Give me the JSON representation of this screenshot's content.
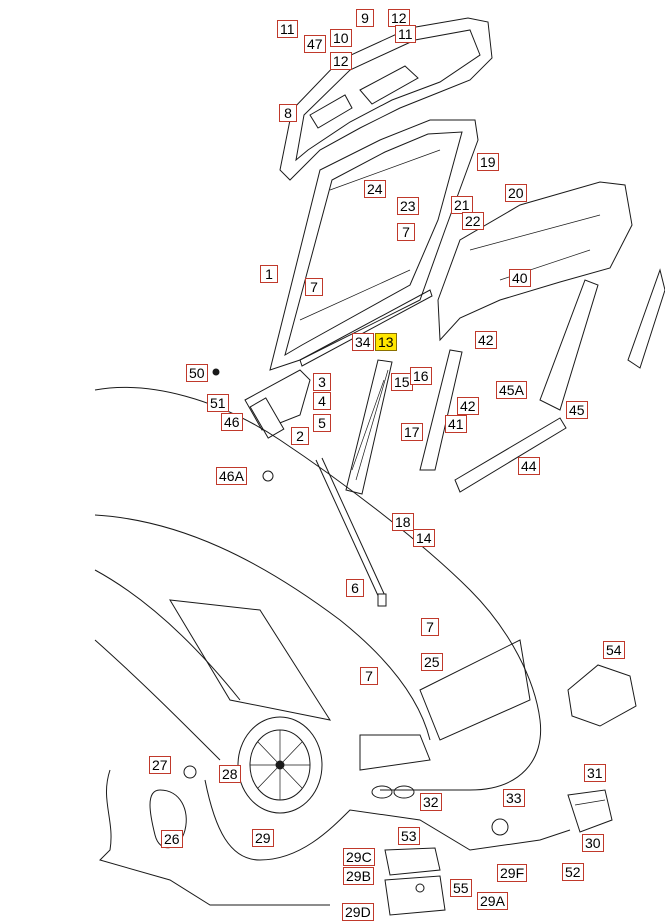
{
  "diagram": {
    "highlight_color": "#ffe600",
    "callout_border_color": "#c0392b",
    "callouts": [
      {
        "id": "c11a",
        "label": "11"
      },
      {
        "id": "c47",
        "label": "47"
      },
      {
        "id": "c9",
        "label": "9"
      },
      {
        "id": "c12a",
        "label": "12"
      },
      {
        "id": "c10",
        "label": "10"
      },
      {
        "id": "c11b",
        "label": "11"
      },
      {
        "id": "c12b",
        "label": "12"
      },
      {
        "id": "c8",
        "label": "8"
      },
      {
        "id": "c19",
        "label": "19"
      },
      {
        "id": "c20",
        "label": "20"
      },
      {
        "id": "c24",
        "label": "24"
      },
      {
        "id": "c23",
        "label": "23"
      },
      {
        "id": "c21",
        "label": "21"
      },
      {
        "id": "c22",
        "label": "22"
      },
      {
        "id": "c7a",
        "label": "7"
      },
      {
        "id": "c1",
        "label": "1"
      },
      {
        "id": "c40",
        "label": "40"
      },
      {
        "id": "c7b",
        "label": "7"
      },
      {
        "id": "c34",
        "label": "34"
      },
      {
        "id": "c13",
        "label": "13"
      },
      {
        "id": "c42a",
        "label": "42"
      },
      {
        "id": "c50",
        "label": "50"
      },
      {
        "id": "c3",
        "label": "3"
      },
      {
        "id": "c15",
        "label": "15"
      },
      {
        "id": "c16",
        "label": "16"
      },
      {
        "id": "c45A",
        "label": "45A"
      },
      {
        "id": "c4",
        "label": "4"
      },
      {
        "id": "c51",
        "label": "51"
      },
      {
        "id": "c42b",
        "label": "42"
      },
      {
        "id": "c45",
        "label": "45"
      },
      {
        "id": "c46",
        "label": "46"
      },
      {
        "id": "c5",
        "label": "5"
      },
      {
        "id": "c41",
        "label": "41"
      },
      {
        "id": "c17",
        "label": "17"
      },
      {
        "id": "c2",
        "label": "2"
      },
      {
        "id": "c44",
        "label": "44"
      },
      {
        "id": "c46A",
        "label": "46A"
      },
      {
        "id": "c18",
        "label": "18"
      },
      {
        "id": "c14",
        "label": "14"
      },
      {
        "id": "c6",
        "label": "6"
      },
      {
        "id": "c7c",
        "label": "7"
      },
      {
        "id": "c54",
        "label": "54"
      },
      {
        "id": "c25",
        "label": "25"
      },
      {
        "id": "c7d",
        "label": "7"
      },
      {
        "id": "c27",
        "label": "27"
      },
      {
        "id": "c28",
        "label": "28"
      },
      {
        "id": "c31",
        "label": "31"
      },
      {
        "id": "c32",
        "label": "32"
      },
      {
        "id": "c33",
        "label": "33"
      },
      {
        "id": "c26",
        "label": "26"
      },
      {
        "id": "c29",
        "label": "29"
      },
      {
        "id": "c53",
        "label": "53"
      },
      {
        "id": "c30",
        "label": "30"
      },
      {
        "id": "c29C",
        "label": "29C"
      },
      {
        "id": "c29B",
        "label": "29B"
      },
      {
        "id": "c29F",
        "label": "29F"
      },
      {
        "id": "c52",
        "label": "52"
      },
      {
        "id": "c55",
        "label": "55"
      },
      {
        "id": "c29A",
        "label": "29A"
      },
      {
        "id": "c29D",
        "label": "29D"
      }
    ]
  }
}
